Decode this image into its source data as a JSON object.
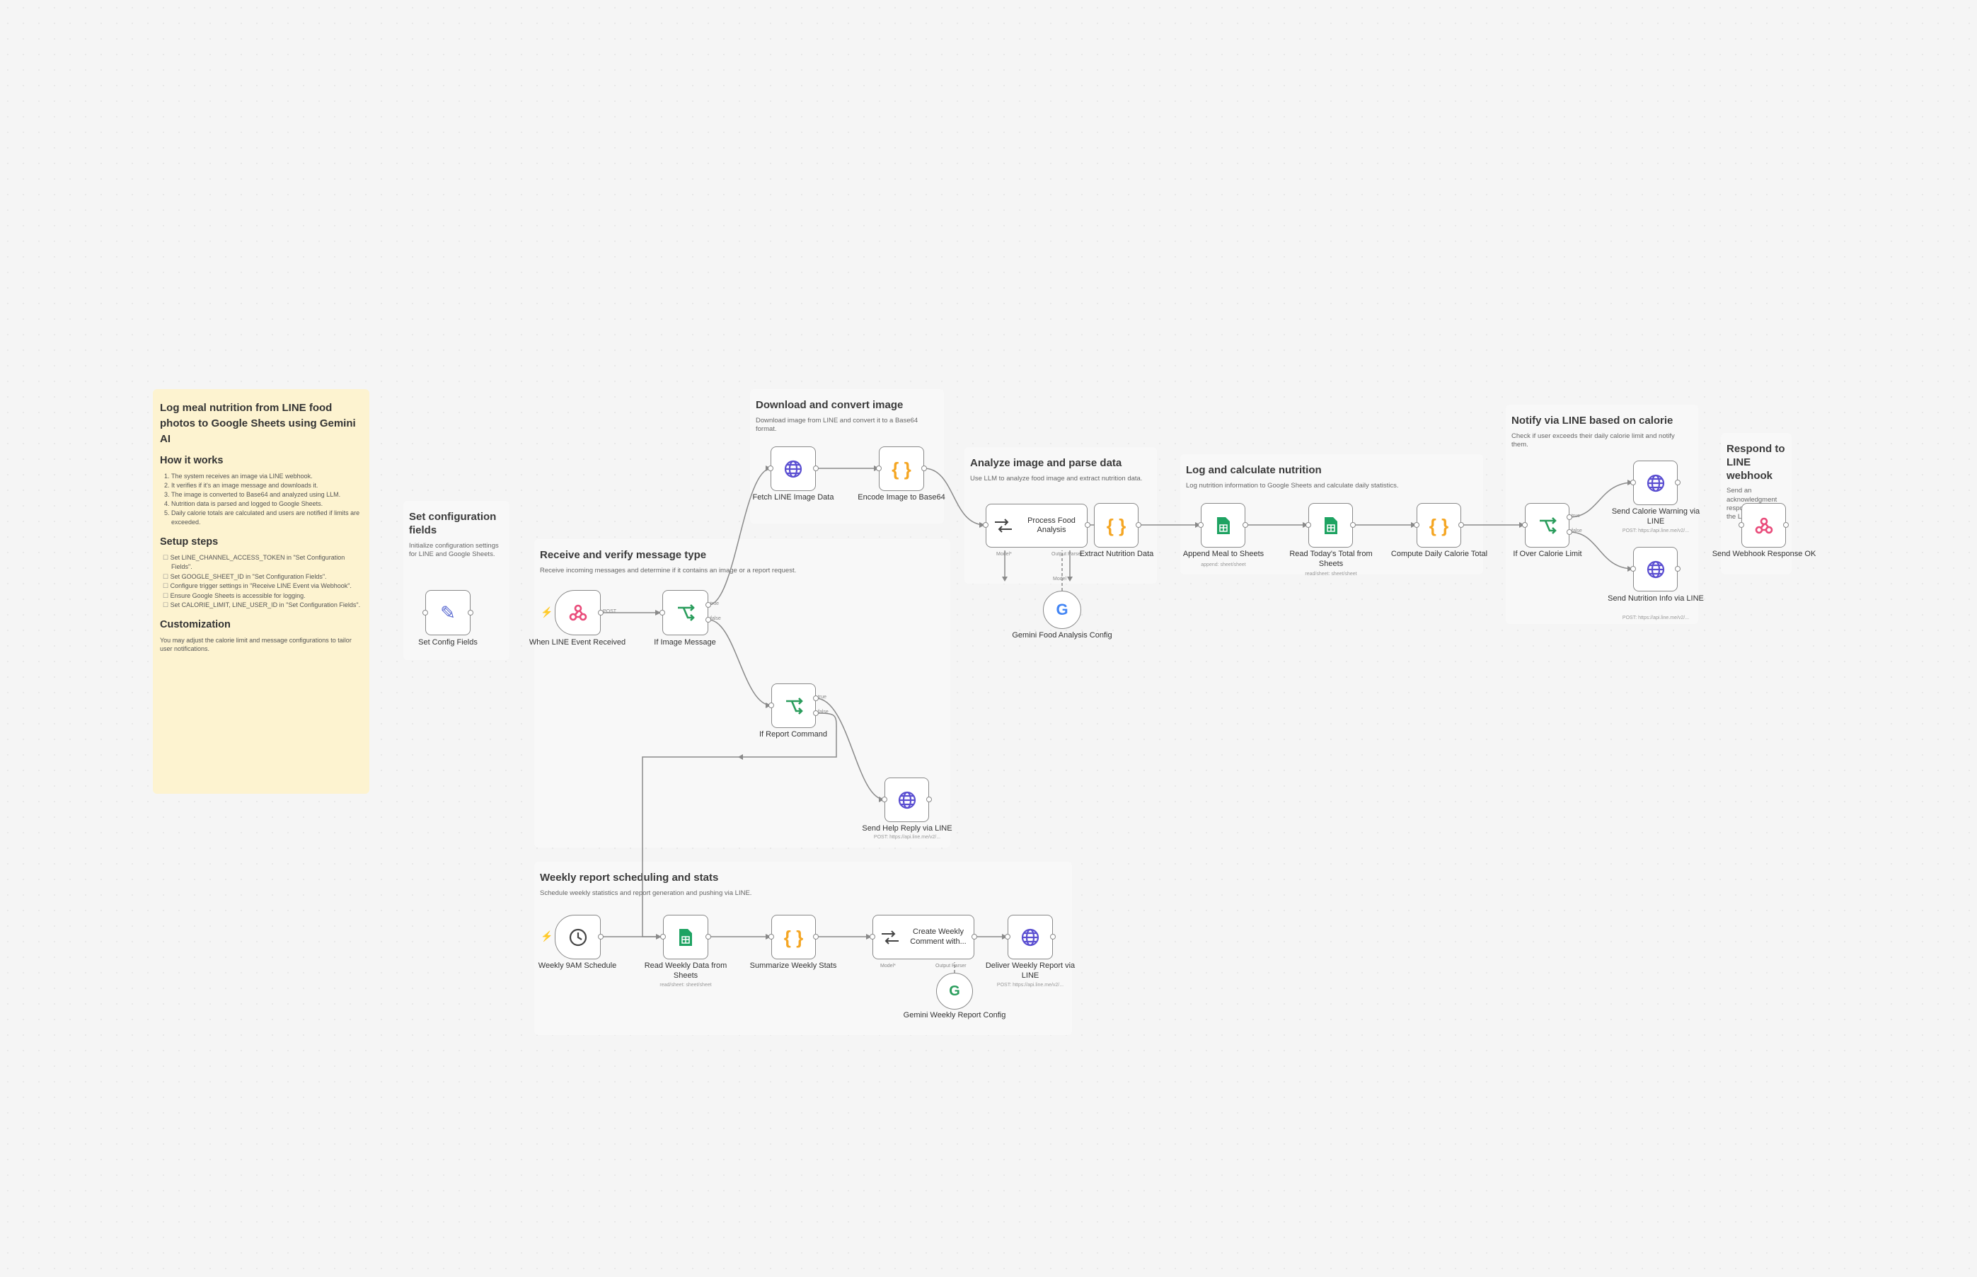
{
  "intro": {
    "title": "Log meal nutrition from LINE food photos to Google Sheets using Gemini AI",
    "how_heading": "How it works",
    "how_steps": [
      "The system receives an image via LINE webhook.",
      "It verifies if it's an image message and downloads it.",
      "The image is converted to Base64 and analyzed using LLM.",
      "Nutrition data is parsed and logged to Google Sheets.",
      "Daily calorie totals are calculated and users are notified if limits are exceeded."
    ],
    "setup_heading": "Setup steps",
    "setup_steps": [
      "Set LINE_CHANNEL_ACCESS_TOKEN in \"Set Configuration Fields\".",
      "Set GOOGLE_SHEET_ID in \"Set Configuration Fields\".",
      "Configure trigger settings in \"Receive LINE Event via Webhook\".",
      "Ensure Google Sheets is accessible for logging.",
      "Set CALORIE_LIMIT, LINE_USER_ID in \"Set Configuration Fields\"."
    ],
    "custom_heading": "Customization",
    "custom_text": "You may adjust the calorie limit and message configurations to tailor user notifications."
  },
  "stickies": {
    "config": {
      "title": "Set configuration fields",
      "desc": "Initialize configuration settings for LINE and Google Sheets."
    },
    "receive": {
      "title": "Receive and verify message type",
      "desc": "Receive incoming messages and determine if it contains an image or a report request."
    },
    "download": {
      "title": "Download and convert image",
      "desc": "Download image from LINE and convert it to a Base64 format."
    },
    "analyze": {
      "title": "Analyze image and parse data",
      "desc": "Use LLM to analyze food image and extract nutrition data."
    },
    "log": {
      "title": "Log and calculate nutrition",
      "desc": "Log nutrition information to Google Sheets and calculate daily statistics."
    },
    "notify": {
      "title": "Notify via LINE based on calorie",
      "desc": "Check if user exceeds their daily calorie limit and notify them."
    },
    "respond": {
      "title": "Respond to LINE webhook",
      "desc": "Send an acknowledgment response back to the LINE webhook."
    },
    "weekly": {
      "title": "Weekly report scheduling and stats",
      "desc": "Schedule weekly statistics and report generation and pushing via LINE."
    }
  },
  "nodes": {
    "set_config": {
      "label": "Set Config Fields",
      "icon": "edit-icon"
    },
    "line_trigger": {
      "label": "When LINE Event Received",
      "icon": "webhook-icon"
    },
    "if_image": {
      "label": "If Image Message",
      "icon": "if-icon",
      "out_true": "true",
      "out_false": "false"
    },
    "fetch_image": {
      "label": "Fetch LINE Image Data",
      "icon": "globe-icon"
    },
    "encode_b64": {
      "label": "Encode Image to Base64",
      "icon": "code-icon"
    },
    "process_food": {
      "label": "Process Food Analysis",
      "icon": "llm-chain-icon",
      "port_model": "Model*",
      "port_parser": "Output Parser"
    },
    "extract_nutrition": {
      "label": "Extract Nutrition Data",
      "icon": "code-icon"
    },
    "gemini_food": {
      "label": "Gemini Food Analysis Config",
      "icon": "google-icon"
    },
    "append_meal": {
      "label": "Append Meal to Sheets",
      "icon": "sheets-icon",
      "sub": "append: sheet/sheet"
    },
    "read_today": {
      "label": "Read Today's Total from Sheets",
      "icon": "sheets-icon",
      "sub": "read/sheet: sheet/sheet"
    },
    "compute_daily": {
      "label": "Compute Daily Calorie Total",
      "icon": "code-icon"
    },
    "if_over": {
      "label": "If Over Calorie Limit",
      "icon": "if-icon",
      "out_true": "true",
      "out_false": "false"
    },
    "send_warning": {
      "label": "Send Calorie Warning via LINE",
      "icon": "globe-icon",
      "sub": "POST: https://api.line.me/v2/..."
    },
    "send_info": {
      "label": "Send Nutrition Info via LINE",
      "icon": "globe-icon",
      "sub": "POST: https://api.line.me/v2/..."
    },
    "webhook_response": {
      "label": "Send Webhook Response OK",
      "icon": "webhook-icon"
    },
    "if_report": {
      "label": "If Report Command",
      "icon": "if-icon",
      "out_true": "true",
      "out_false": "false"
    },
    "help_reply": {
      "label": "Send Help Reply via LINE",
      "icon": "globe-icon",
      "sub": "POST: https://api.line.me/v2/..."
    },
    "weekly_schedule": {
      "label": "Weekly 9AM Schedule",
      "icon": "clock-icon"
    },
    "read_weekly": {
      "label": "Read Weekly Data from Sheets",
      "icon": "sheets-icon",
      "sub": "read/sheet: sheet/sheet"
    },
    "summarize": {
      "label": "Summarize Weekly Stats",
      "icon": "code-icon"
    },
    "create_comment": {
      "label": "Create Weekly Comment with...",
      "icon": "llm-chain-icon",
      "port_model": "Model*",
      "port_parser": "Output Parser"
    },
    "gemini_weekly": {
      "label": "Gemini Weekly Report Config",
      "icon": "google-icon"
    },
    "deliver_weekly": {
      "label": "Deliver Weekly Report via LINE",
      "icon": "globe-icon",
      "sub": "POST: https://api.line.me/v2/..."
    }
  },
  "edge_labels": {
    "post": "POST",
    "model": "Model"
  },
  "colors": {
    "background": "#f5f5f5",
    "sticky_note": "#fdf3d0",
    "edge": "#8a8a8a",
    "http": "#5a4ed1",
    "code": "#f5a623",
    "if": "#2a9d5c",
    "sheets": "#1ea362",
    "webhook": "#e94b7a",
    "edit": "#5a6ad1",
    "trigger_bolt": "#ff6d5a"
  }
}
